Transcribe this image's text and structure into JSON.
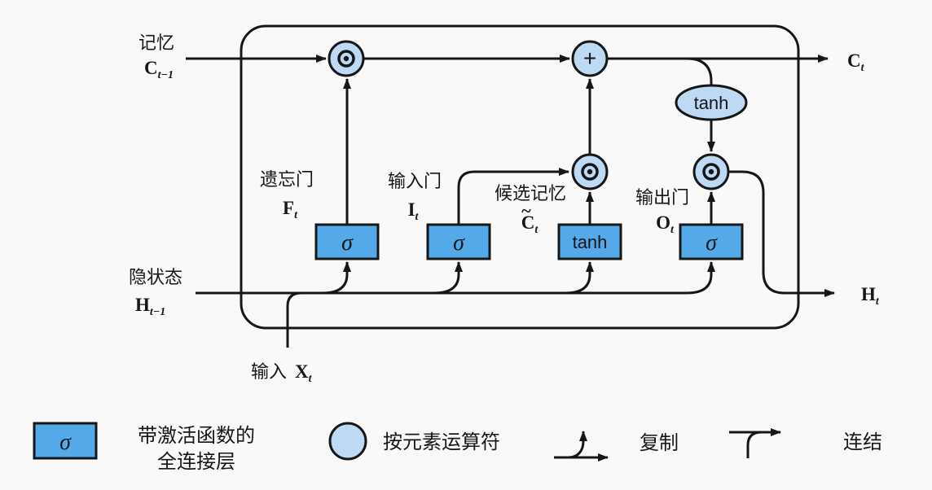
{
  "colors": {
    "background": "#f9f9f9",
    "box_fill": "#54a9e9",
    "node_fill": "#bed9f4",
    "stroke": "#161616"
  },
  "icons": {
    "elementwise_multiply": "circled-dot",
    "add": "plus-circle"
  },
  "cell": {
    "memory_in": {
      "label": "记忆",
      "var": "C",
      "sub": "t−1"
    },
    "hidden_in": {
      "label": "隐状态",
      "var": "H",
      "sub": "t−1"
    },
    "input": {
      "label": "输入",
      "var": "X",
      "sub": "t"
    },
    "memory_out": {
      "var": "C",
      "sub": "t"
    },
    "hidden_out": {
      "var": "H",
      "sub": "t"
    },
    "gates": [
      {
        "label": "遗忘门",
        "var": "F",
        "sub": "t",
        "box": "σ"
      },
      {
        "label": "输入门",
        "var": "I",
        "sub": "t",
        "box": "σ"
      },
      {
        "label": "候选记忆",
        "tilde": "~",
        "var": "C",
        "sub": "t",
        "box": "tanh"
      },
      {
        "label": "输出门",
        "var": "O",
        "sub": "t",
        "box": "σ"
      }
    ],
    "operators": {
      "add": "+",
      "tanh": "tanh"
    }
  },
  "legend": {
    "items": [
      {
        "symbol_text": "σ",
        "label_line1": "带激活函数的",
        "label_line2": "全连接层"
      },
      {
        "label": "按元素运算符"
      },
      {
        "label": "复制"
      },
      {
        "label": "连结"
      }
    ]
  }
}
